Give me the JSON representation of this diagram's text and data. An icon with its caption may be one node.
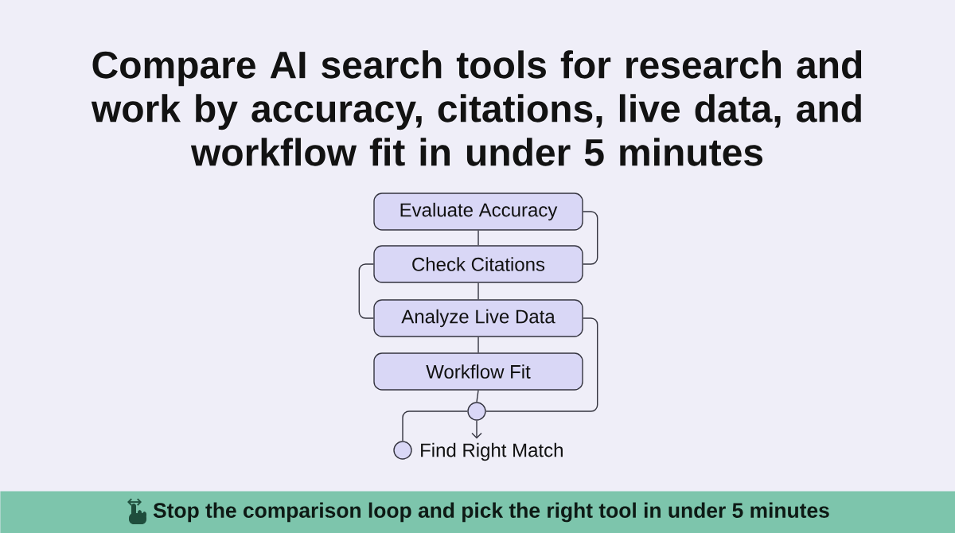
{
  "diagram": {
    "title": "Compare AI search tools for research and work by accuracy, citations, live data, and workflow fit in under 5 minutes",
    "nodes": [
      {
        "text": [
          "Evaluate Accuracy"
        ]
      },
      {
        "text": [
          "Check Citations"
        ]
      },
      {
        "text": [
          "Analyze Live Data"
        ]
      },
      {
        "text": [
          "Workflow Fit"
        ]
      },
      {
        "text": [],
        "shape": "circle"
      },
      {
        "text": [],
        "shape": "circle",
        "beside": [
          "Find Right Match"
        ]
      }
    ],
    "edges": [
      {
        "from": 0,
        "to": 1,
        "arrow": "none"
      },
      {
        "from": 0,
        "to": 1,
        "arrow": "none"
      },
      {
        "from": 1,
        "to": 2,
        "arrow": "none"
      },
      {
        "from": 1,
        "to": 2,
        "arrow": "none"
      },
      {
        "from": 2,
        "to": 3,
        "arrow": "none"
      },
      {
        "from": 2,
        "to": 4,
        "arrow": "none"
      },
      {
        "from": 3,
        "to": 4,
        "arrow": "none"
      },
      {
        "from": 4,
        "to": 5,
        "arrow": "none"
      },
      {
        "from": 4,
        "to": 5,
        "arrow": "to"
      }
    ],
    "labels": [
      "Stop the comparison loop and pick the right tool in under 5 minutes"
    ]
  }
}
